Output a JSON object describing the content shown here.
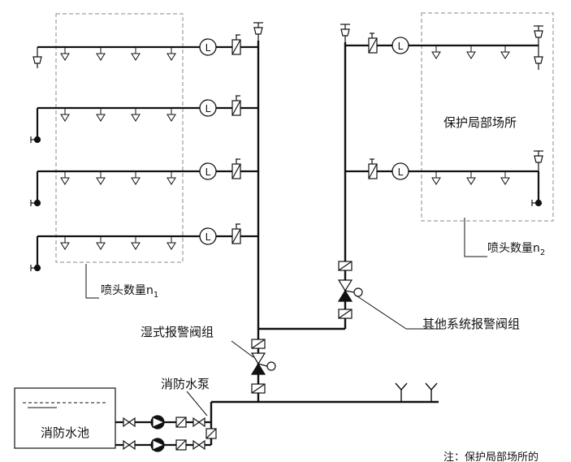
{
  "labels": {
    "local_area": "保护局部场所",
    "sprinklers_n1": "喷头数量n",
    "sprinklers_n1_sub": "1",
    "sprinklers_n2": "喷头数量n",
    "sprinklers_n2_sub": "2",
    "wet_alarm_valve": "湿式报警阀组",
    "other_alarm_valve": "其他系统报警阀组",
    "fire_pump": "消防水泵",
    "fire_pool": "消防水池",
    "flow_indicator_symbol": "L",
    "note": "注：保护局部场所的"
  },
  "colors": {
    "line": "#111111",
    "dashed": "#888888"
  }
}
